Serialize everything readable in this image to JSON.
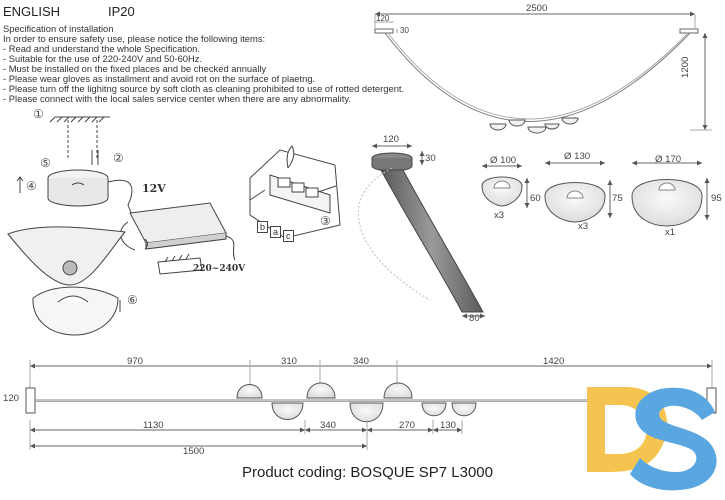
{
  "header": {
    "language": "ENGLISH",
    "ip_rating": "IP20"
  },
  "spec": {
    "title": "Specification of installation",
    "intro": "In order to ensure safety use, please notice the following items:",
    "items": [
      "- Read and understand the whole Specification.",
      "- Suitable for the use of 220-240V and 50-60Hz.",
      "- Must be installed on the fixed places and be checked annually",
      "- Please wear gloves as installment and avoid rot on the surface of plaetng.",
      "- Please turn off the lighitng source by soft cloth as cleaning prohibited to use of rotted detergent.",
      "- Please connect with the local sales service center when there are any abnormality."
    ]
  },
  "install_diagram": {
    "steps": [
      "①",
      "②",
      "③",
      "④",
      "⑤",
      "⑥"
    ],
    "voltage_driver": "12V",
    "voltage_mains": "220~240V",
    "terminals": [
      "b",
      "a",
      "c"
    ]
  },
  "overall_dims": {
    "width": "2500",
    "height": "1200",
    "canopy_width": "120",
    "canopy_height": "30"
  },
  "canopy_side": {
    "diameter": "120",
    "height": "30",
    "bar_width": "80"
  },
  "shades": [
    {
      "diameter": "Ø 100",
      "height": "60",
      "quantity": "x3"
    },
    {
      "diameter": "Ø 130",
      "height": "75",
      "quantity": "x3"
    },
    {
      "diameter": "Ø 170",
      "height": "95",
      "quantity": "x1"
    }
  ],
  "top_view": {
    "height": "120",
    "top_dims": [
      "970",
      "310",
      "340",
      "1420"
    ],
    "bottom_dims": [
      "1130",
      "340",
      "270",
      "130"
    ],
    "total_dim": "1500"
  },
  "logo": {
    "text": "DS",
    "colors": {
      "d": "#f5c450",
      "s": "#5aa6e0"
    }
  },
  "product_coding": "Product coding: BOSQUE SP7 L3000"
}
